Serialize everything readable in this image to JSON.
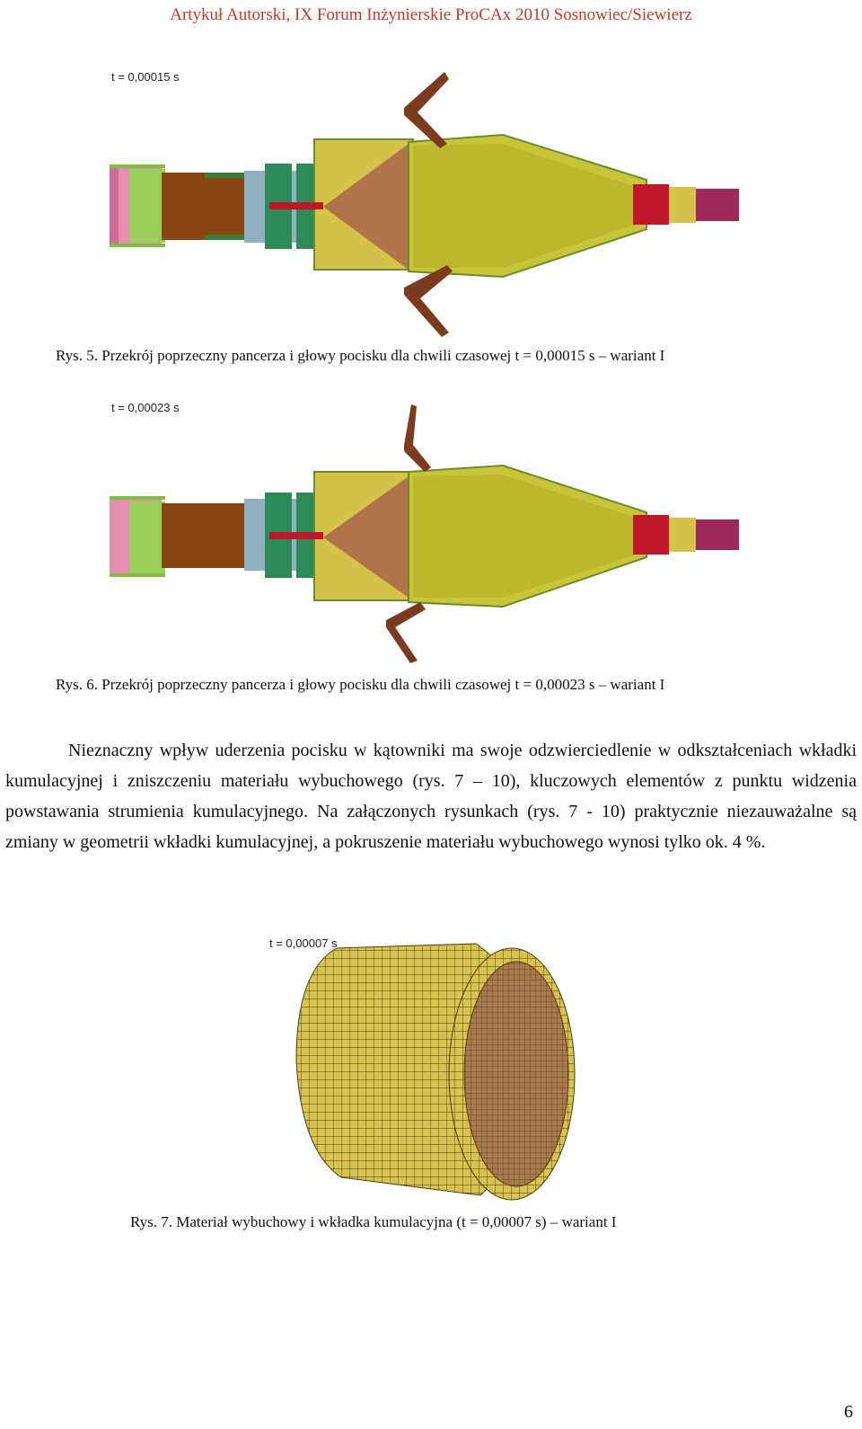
{
  "header": "Artykuł Autorski, IX Forum Inżynierskie ProCAx 2010 Sosnowiec/Siewierz",
  "figures": [
    {
      "time_label": "t = 0,00015 s",
      "caption": "Rys. 5. Przekrój poprzeczny pancerza i głowy pocisku dla chwili czasowej t = 0,00015 s – wariant I"
    },
    {
      "time_label": "t = 0,00023 s",
      "caption": "Rys. 6. Przekrój poprzeczny pancerza i głowy pocisku dla chwili czasowej t = 0,00023 s – wariant I"
    },
    {
      "time_label": "t = 0,00007 s",
      "caption": "Rys. 7. Materiał wybuchowy i wkładka kumulacyjna (t = 0,00007 s) – wariant I"
    }
  ],
  "paragraph": "Nieznaczny wpływ uderzenia pocisku w kątowniki ma swoje odzwierciedlenie w odkształceniach wkładki kumulacyjnej i zniszczeniu materiału wybuchowego (rys. 7 – 10), kluczowych elementów z punktu widzenia powstawania strumienia kumulacyjnego. Na załączonych rysunkach (rys. 7 - 10) praktycznie niezauważalne są zmiany w geometrii wkładki kumulacyjnej, a pokruszenie materiału wybuchowego wynosi tylko ok. 4 %.",
  "page_number": "6",
  "colors": {
    "header": "#c0392b",
    "explosive": "#d4c24a",
    "liner": "#b0744a",
    "body_green": "#2e8b57",
    "steel_plate": "#7a3b1f",
    "fuse_red": "#c0182a",
    "tail_magenta": "#9c2a5a"
  }
}
